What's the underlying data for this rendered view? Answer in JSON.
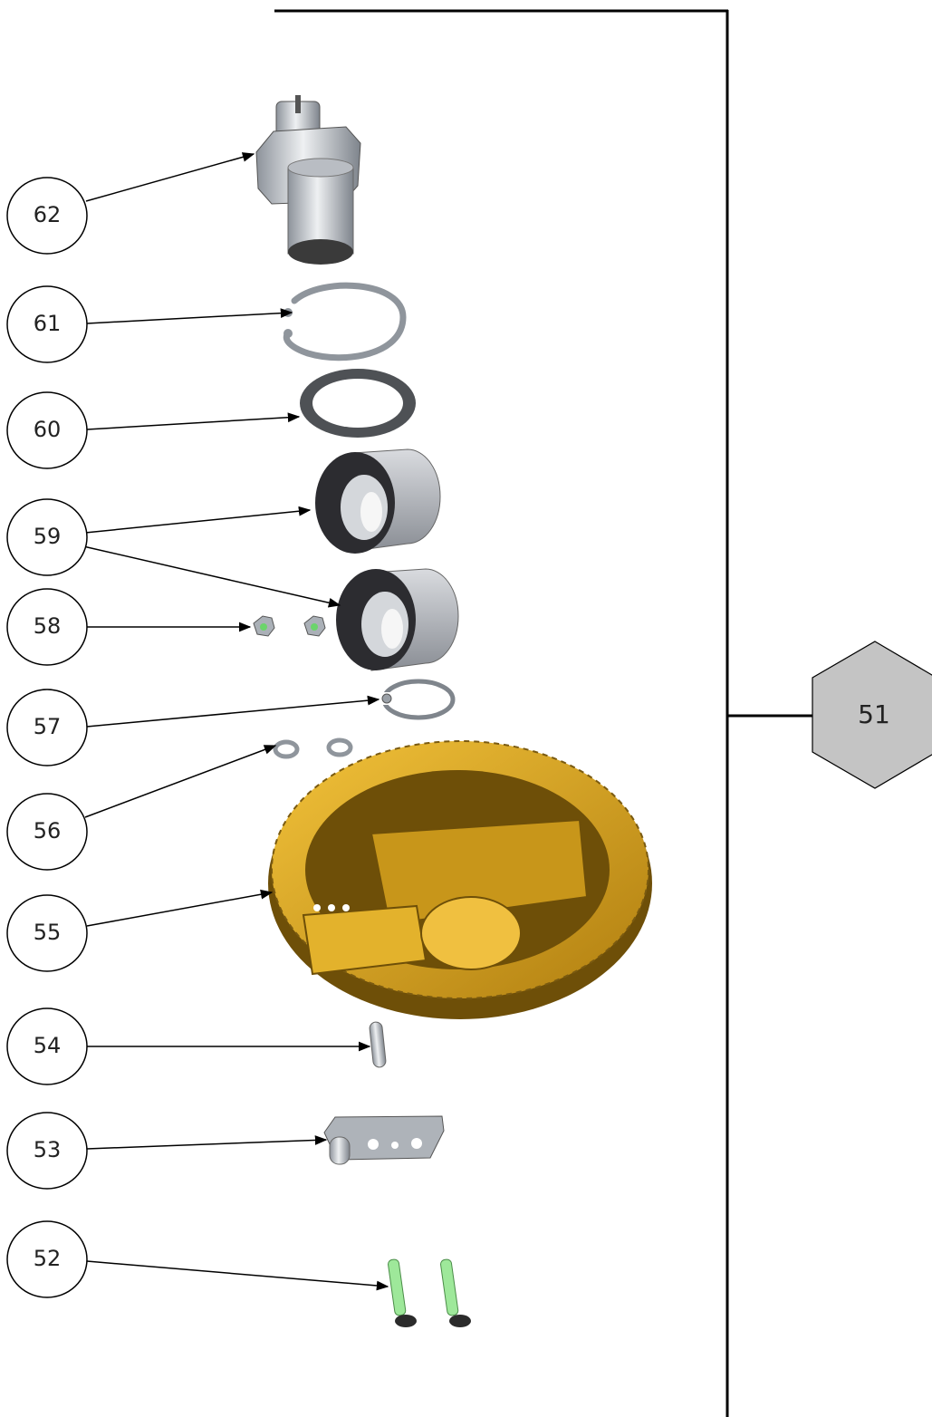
{
  "assembly": {
    "label": "51",
    "fill_color": "#c4c4c4"
  },
  "callouts": [
    {
      "label": "62",
      "part": "stud-shaft"
    },
    {
      "label": "61",
      "part": "circlip"
    },
    {
      "label": "60",
      "part": "washer"
    },
    {
      "label": "59",
      "part": "ball-bearing"
    },
    {
      "label": "58",
      "part": "hex-nut"
    },
    {
      "label": "57",
      "part": "retaining-ring"
    },
    {
      "label": "56",
      "part": "lock-washer"
    },
    {
      "label": "55",
      "part": "gear"
    },
    {
      "label": "54",
      "part": "pin"
    },
    {
      "label": "53",
      "part": "bracket"
    },
    {
      "label": "52",
      "part": "screw"
    }
  ],
  "colors": {
    "gear": "#c8961a",
    "gear_dark": "#6e4f08",
    "steel": "#c9cdd3",
    "bearing_dark": "#2c2c30",
    "screw_green": "#9ee89a"
  }
}
